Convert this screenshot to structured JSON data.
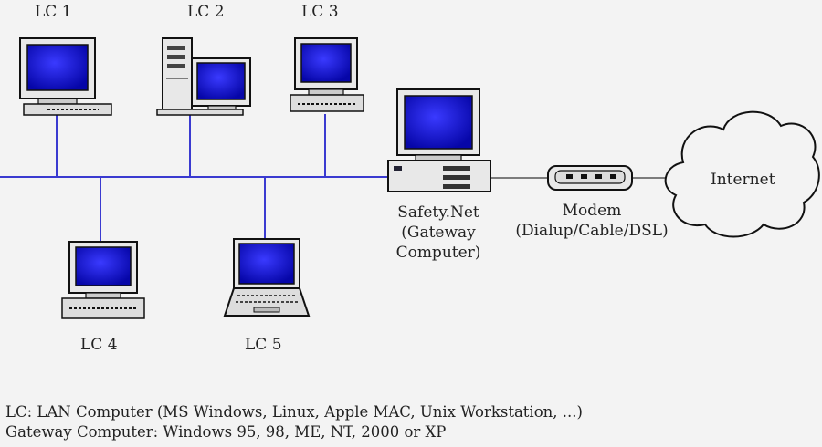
{
  "nodes": {
    "lc1": "LC 1",
    "lc2": "LC 2",
    "lc3": "LC 3",
    "lc4": "LC 4",
    "lc5": "LC 5",
    "gateway": [
      "Safety.Net",
      "(Gateway",
      "Computer)"
    ],
    "modem": [
      "Modem",
      "(Dialup/Cable/DSL)"
    ],
    "internet": "Internet"
  },
  "legend": {
    "line1": "LC: LAN Computer (MS Windows, Linux, Apple MAC, Unix Workstation, ...)",
    "line2": "Gateway Computer: Windows 95, 98, ME, NT, 2000 or XP"
  },
  "colors": {
    "bus": "#3a3ad0",
    "screen": "#1010d0",
    "body": "#e8e8e8",
    "outline": "#111111",
    "link": "#555555"
  },
  "icons": {
    "lc1": "desktop-computer-icon",
    "lc2": "tower-computer-icon",
    "lc3": "desktop-computer-icon",
    "lc4": "desktop-computer-icon",
    "lc5": "laptop-computer-icon",
    "gateway": "gateway-computer-icon",
    "modem": "modem-icon",
    "internet": "cloud-icon"
  }
}
